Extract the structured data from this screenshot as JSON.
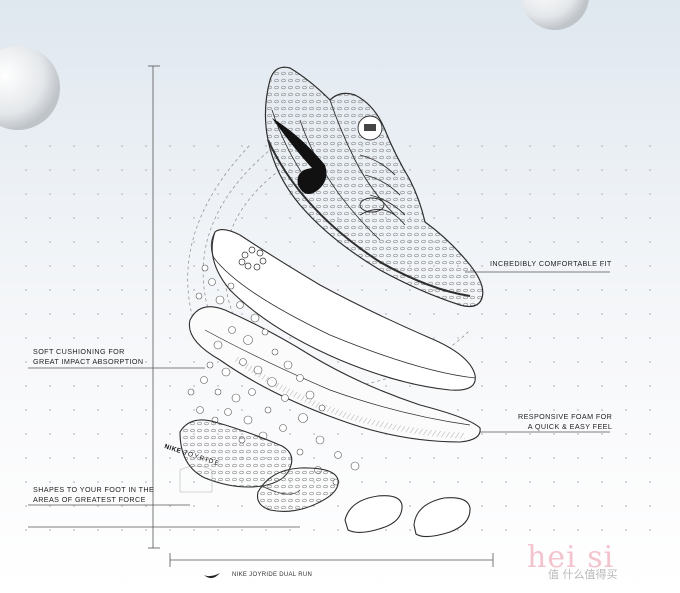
{
  "callouts": {
    "fit": "INCREDIBLY COMFORTABLE FIT",
    "cushioning": [
      "SOFT CUSHIONING FOR",
      "GREAT IMPACT ABSORPTION"
    ],
    "foam": [
      "RESPONSIVE FOAM FOR",
      "A QUICK & EASY FEEL"
    ],
    "shapes": [
      "SHAPES TO YOUR FOOT IN THE",
      "AREAS OF GREATEST FORCE"
    ]
  },
  "brand_mark": {
    "nike": "NIKE",
    "joyride": "JOYRIDE"
  },
  "footer": {
    "product_name": "NIKE JOYRIDE DUAL RUN"
  },
  "watermark": {
    "text": "hei si",
    "subtext": "值 什么值得买"
  },
  "colors": {
    "sky_top": "#dfe7ef",
    "line": "#3a3a3a",
    "accent_line": "#555555",
    "watermark": "#f2b9c6"
  }
}
